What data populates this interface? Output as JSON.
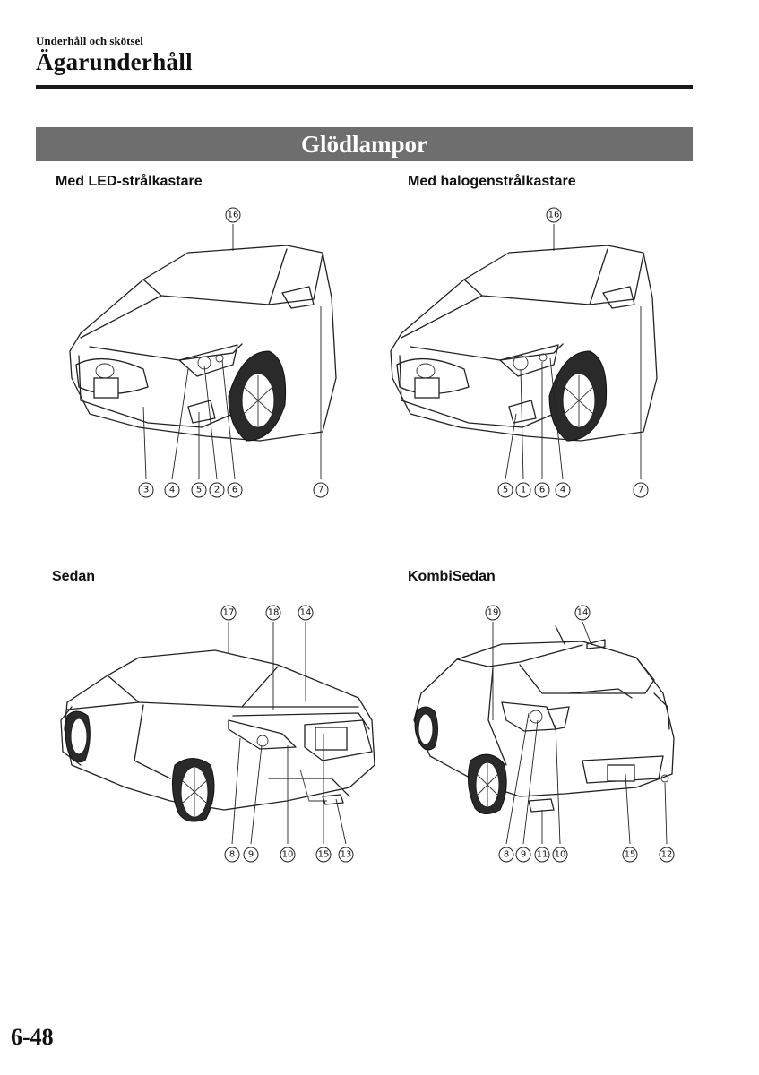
{
  "header": {
    "section_label": "Underhåll och skötsel",
    "title": "Ägarunderhåll"
  },
  "banner": {
    "title": "Glödlampor"
  },
  "figures": {
    "led": {
      "caption": "Med LED-strålkastare",
      "callouts": [
        "16",
        "3",
        "4",
        "5",
        "2",
        "6",
        "7"
      ]
    },
    "halogen": {
      "caption": "Med halogenstrålkastare",
      "callouts": [
        "16",
        "5",
        "1",
        "6",
        "4",
        "7"
      ]
    },
    "sedan": {
      "caption": "Sedan",
      "callouts": [
        "17",
        "18",
        "14",
        "8",
        "9",
        "10",
        "15",
        "13"
      ]
    },
    "kombi": {
      "caption": "KombiSedan",
      "callouts": [
        "19",
        "14",
        "8",
        "9",
        "11",
        "10",
        "15",
        "12"
      ]
    }
  },
  "footer": {
    "page_number": "6-48"
  }
}
